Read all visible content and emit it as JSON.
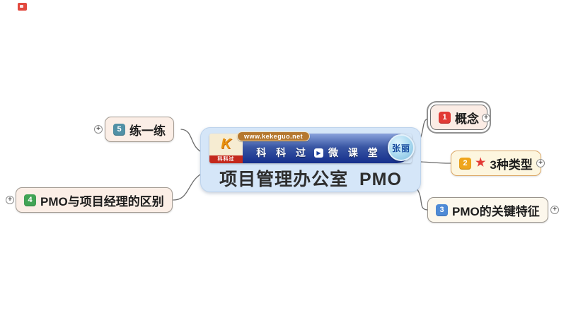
{
  "central_topic": {
    "title": "项目管理办公室  PMO",
    "fill_color": "#d5e6f8",
    "banner": {
      "website_pill": "www.kekeguo.net",
      "brand_part1": "科 科 过",
      "brand_icon": "▶",
      "brand_part2": "微 课 堂",
      "logo_glyph": "K",
      "logo_caption": "科科过",
      "presenter_badge": "张丽"
    }
  },
  "branches": [
    {
      "badge": "1",
      "badge_color": "#e23a35",
      "label": "概念",
      "side": "right",
      "selected": true
    },
    {
      "badge": "2",
      "badge_color": "#efa51c",
      "star_icon": "★",
      "label": "3种类型",
      "side": "right"
    },
    {
      "badge": "3",
      "badge_color": "#4e8ad6",
      "label": "PMO的关键特征",
      "side": "right"
    },
    {
      "badge": "4",
      "badge_color": "#41a455",
      "label": "PMO与项目经理的区别",
      "side": "left"
    },
    {
      "badge": "5",
      "badge_color": "#5191a6",
      "label": "练一练",
      "side": "left"
    }
  ],
  "handles": {
    "expand_icon": "+"
  },
  "connector_color": "#6a6a6a"
}
